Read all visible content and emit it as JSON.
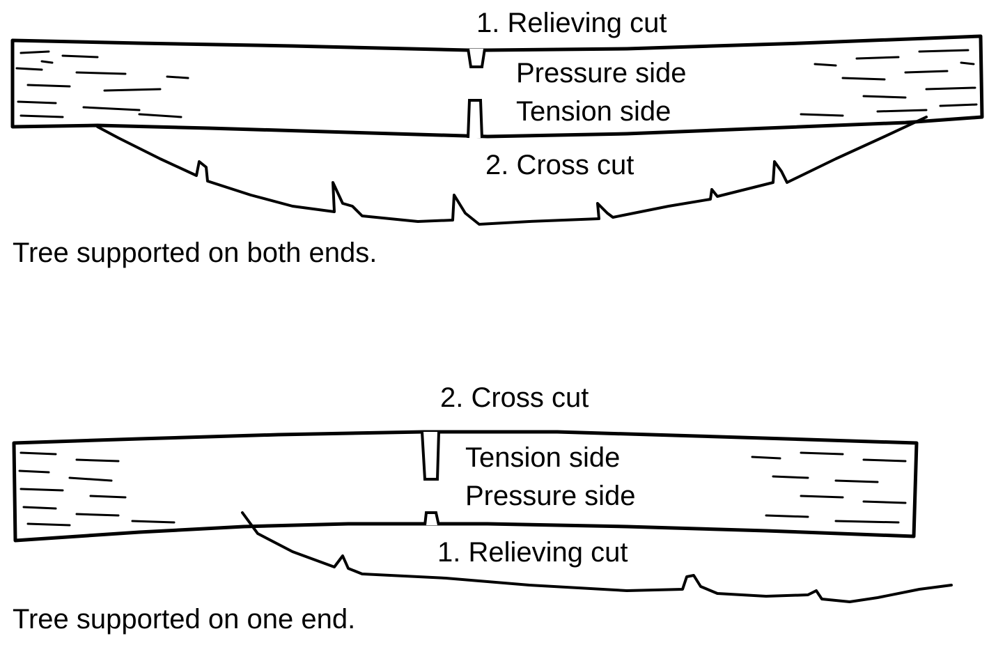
{
  "diagram_top": {
    "relieving_label": "1. Relieving cut",
    "pressure_label": "Pressure side",
    "tension_label": "Tension side",
    "cross_label": "2. Cross cut",
    "caption": "Tree supported on both ends."
  },
  "diagram_bottom": {
    "cross_label": "2. Cross cut",
    "tension_label": "Tension side",
    "pressure_label": "Pressure side",
    "relieving_label": "1. Relieving cut",
    "caption": "Tree supported on one end."
  }
}
